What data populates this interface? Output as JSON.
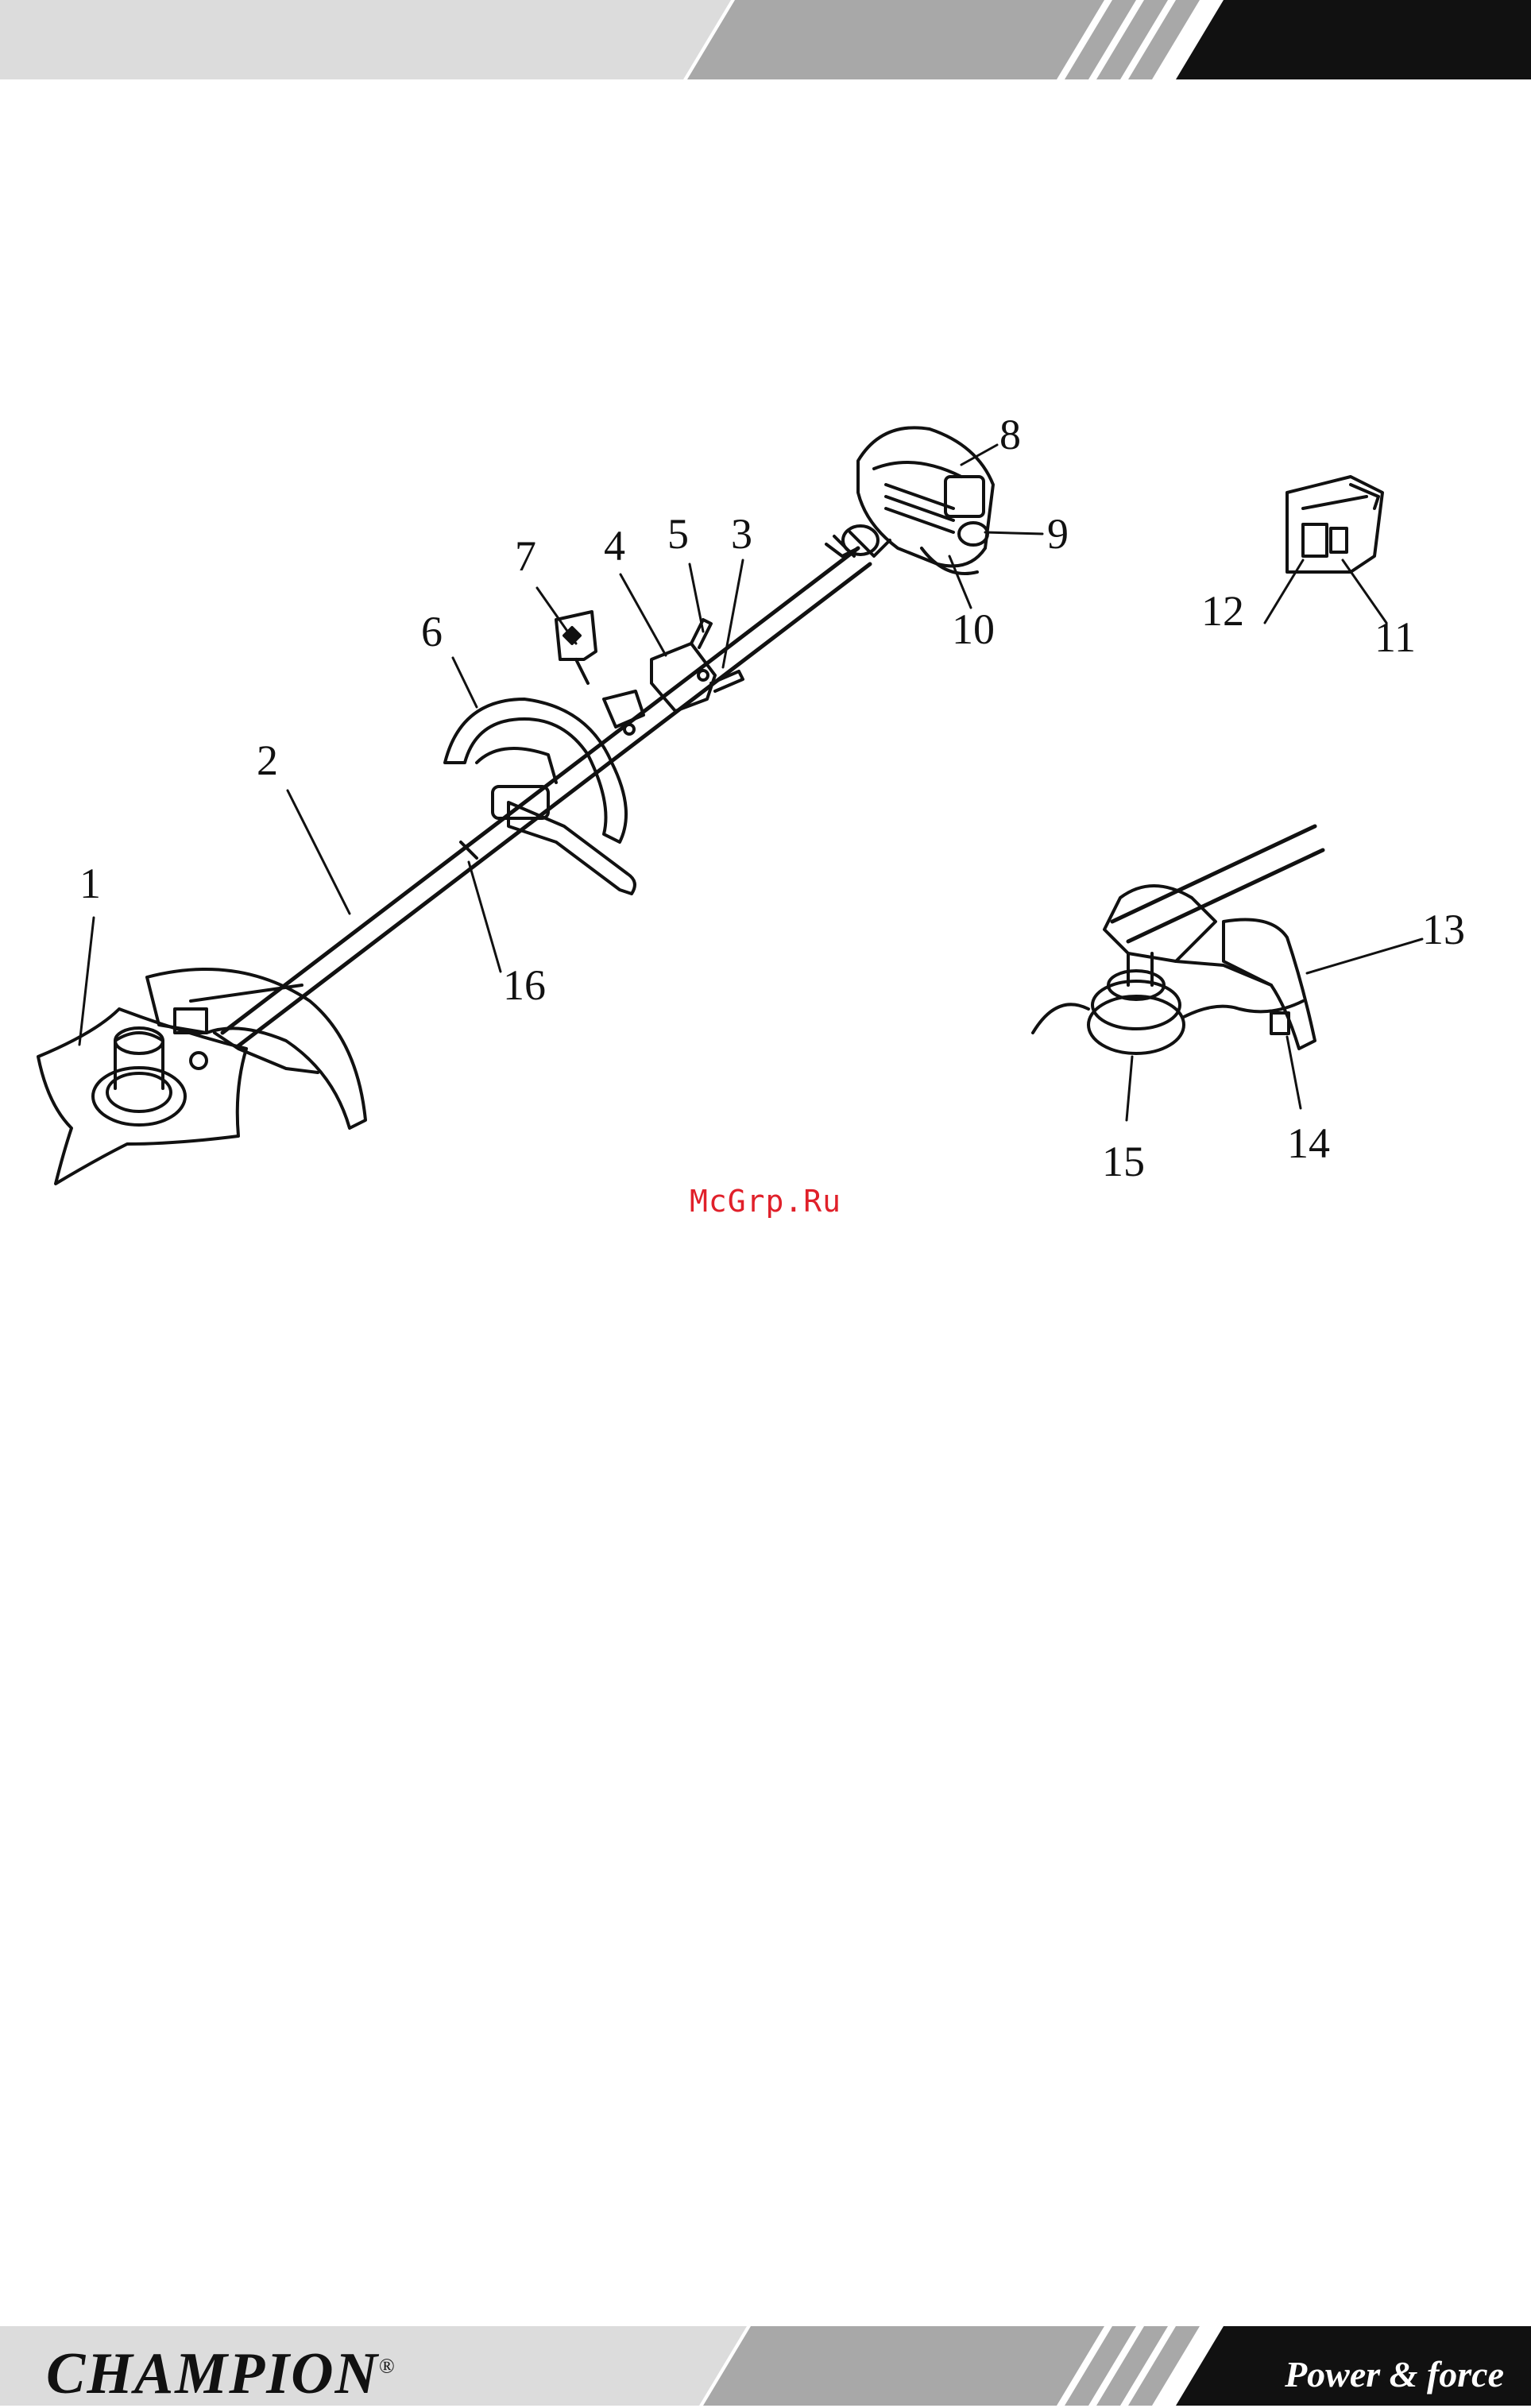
{
  "header": {
    "colors": {
      "light": "#dcdcdc",
      "mid": "#a8a8a8",
      "dark": "#111111"
    }
  },
  "callouts": {
    "c1": "1",
    "c2": "2",
    "c3": "3",
    "c4": "4",
    "c5": "5",
    "c6": "6",
    "c7": "7",
    "c8": "8",
    "c9": "9",
    "c10": "10",
    "c11": "11",
    "c12": "12",
    "c13": "13",
    "c14": "14",
    "c15": "15",
    "c16": "16"
  },
  "watermark": "McGrp.Ru",
  "footer": {
    "brand": "CHAMPION",
    "registered": "®",
    "slogan": "Power & force"
  }
}
